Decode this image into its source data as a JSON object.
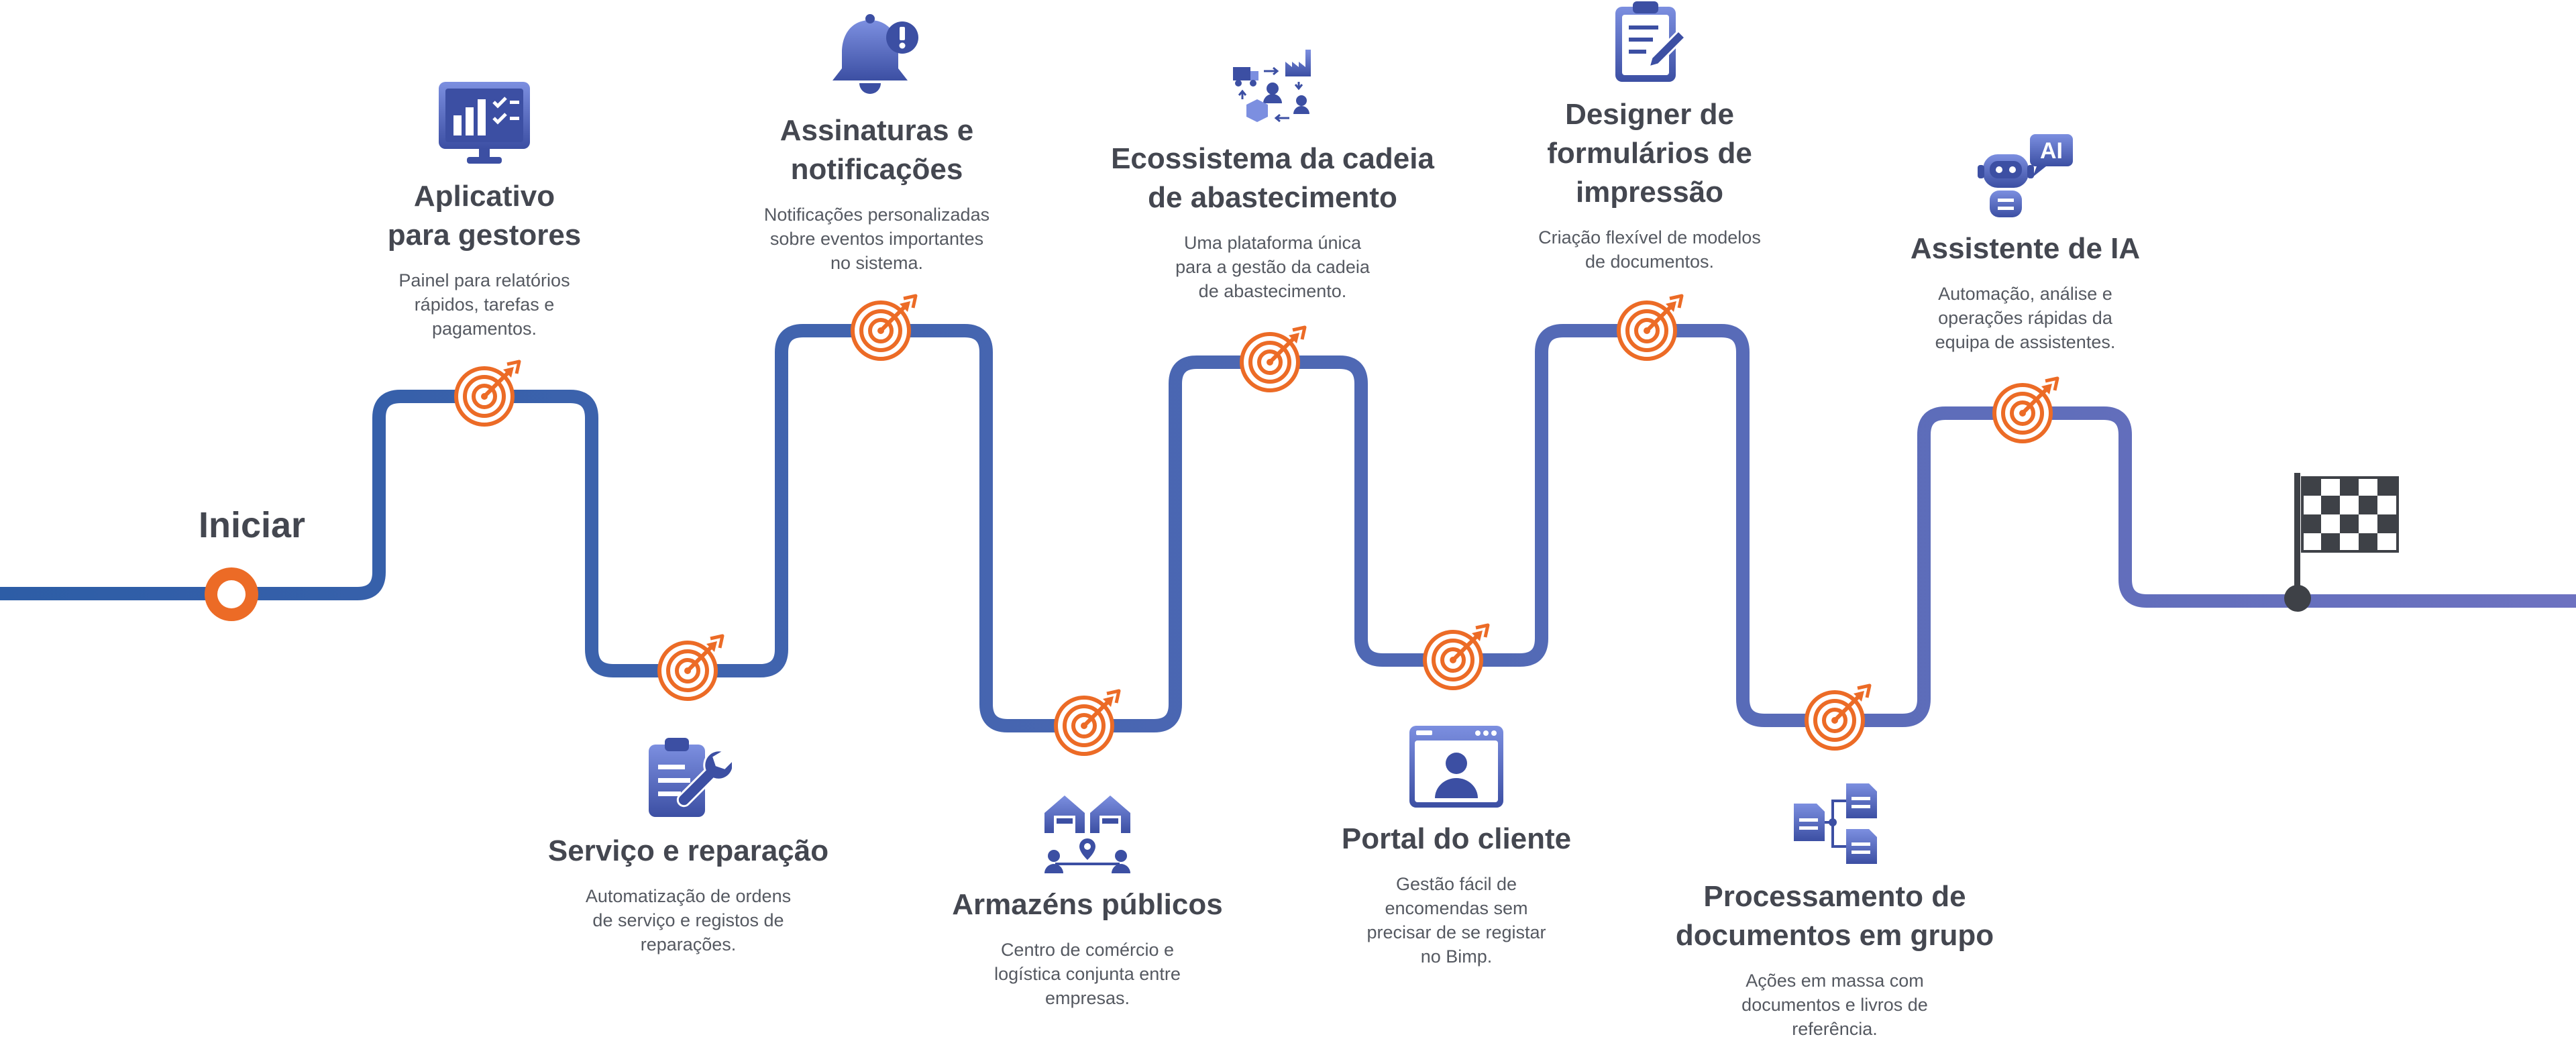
{
  "start": {
    "label": "Iniciar"
  },
  "milestones": [
    {
      "title": "Aplicativo\npara gestores",
      "desc": "Painel para relatórios\nrápidos, tarefas e\npagamentos.",
      "icon": "dashboard-monitor-icon"
    },
    {
      "title": "Serviço e reparação",
      "desc": "Automatização de ordens\nde serviço e registos de\nreparações.",
      "icon": "clipboard-wrench-icon"
    },
    {
      "title": "Assinaturas e\nnotificações",
      "desc": "Notificações personalizadas\nsobre eventos importantes\nno sistema.",
      "icon": "bell-alert-icon"
    },
    {
      "title": "Armazéns públicos",
      "desc": "Centro de comércio e\nlogística conjunta entre\nempresas.",
      "icon": "warehouses-icon"
    },
    {
      "title": "Ecossistema da cadeia\nde abastecimento",
      "desc": "Uma plataforma única\npara a gestão da cadeia\nde abastecimento.",
      "icon": "supply-chain-icon"
    },
    {
      "title": "Portal do cliente",
      "desc": "Gestão fácil de\nencomendas sem\nprecisar de se registar\nno Bimp.",
      "icon": "customer-portal-icon"
    },
    {
      "title": "Designer de\nformulários de\nimpressão",
      "desc": "Criação flexível de modelos\nde documentos.",
      "icon": "form-designer-icon"
    },
    {
      "title": "Processamento de\ndocumentos em grupo",
      "desc": "Ações em massa com\ndocumentos e livros de\nreferência.",
      "icon": "documents-batch-icon"
    },
    {
      "title": "Assistente de IA",
      "desc": "Automação, análise e\noperações rápidas da\nequipa de assistentes.",
      "icon": "ai-robot-icon",
      "badge": "AI"
    }
  ],
  "colors": {
    "road_start": "#2d5da6",
    "road_end": "#6d72c0",
    "accent": "#ec6b26",
    "text": "#444750",
    "icon_dark": "#3c4fa3",
    "icon_light": "#7c8fe0",
    "flag": "#3e4147"
  }
}
